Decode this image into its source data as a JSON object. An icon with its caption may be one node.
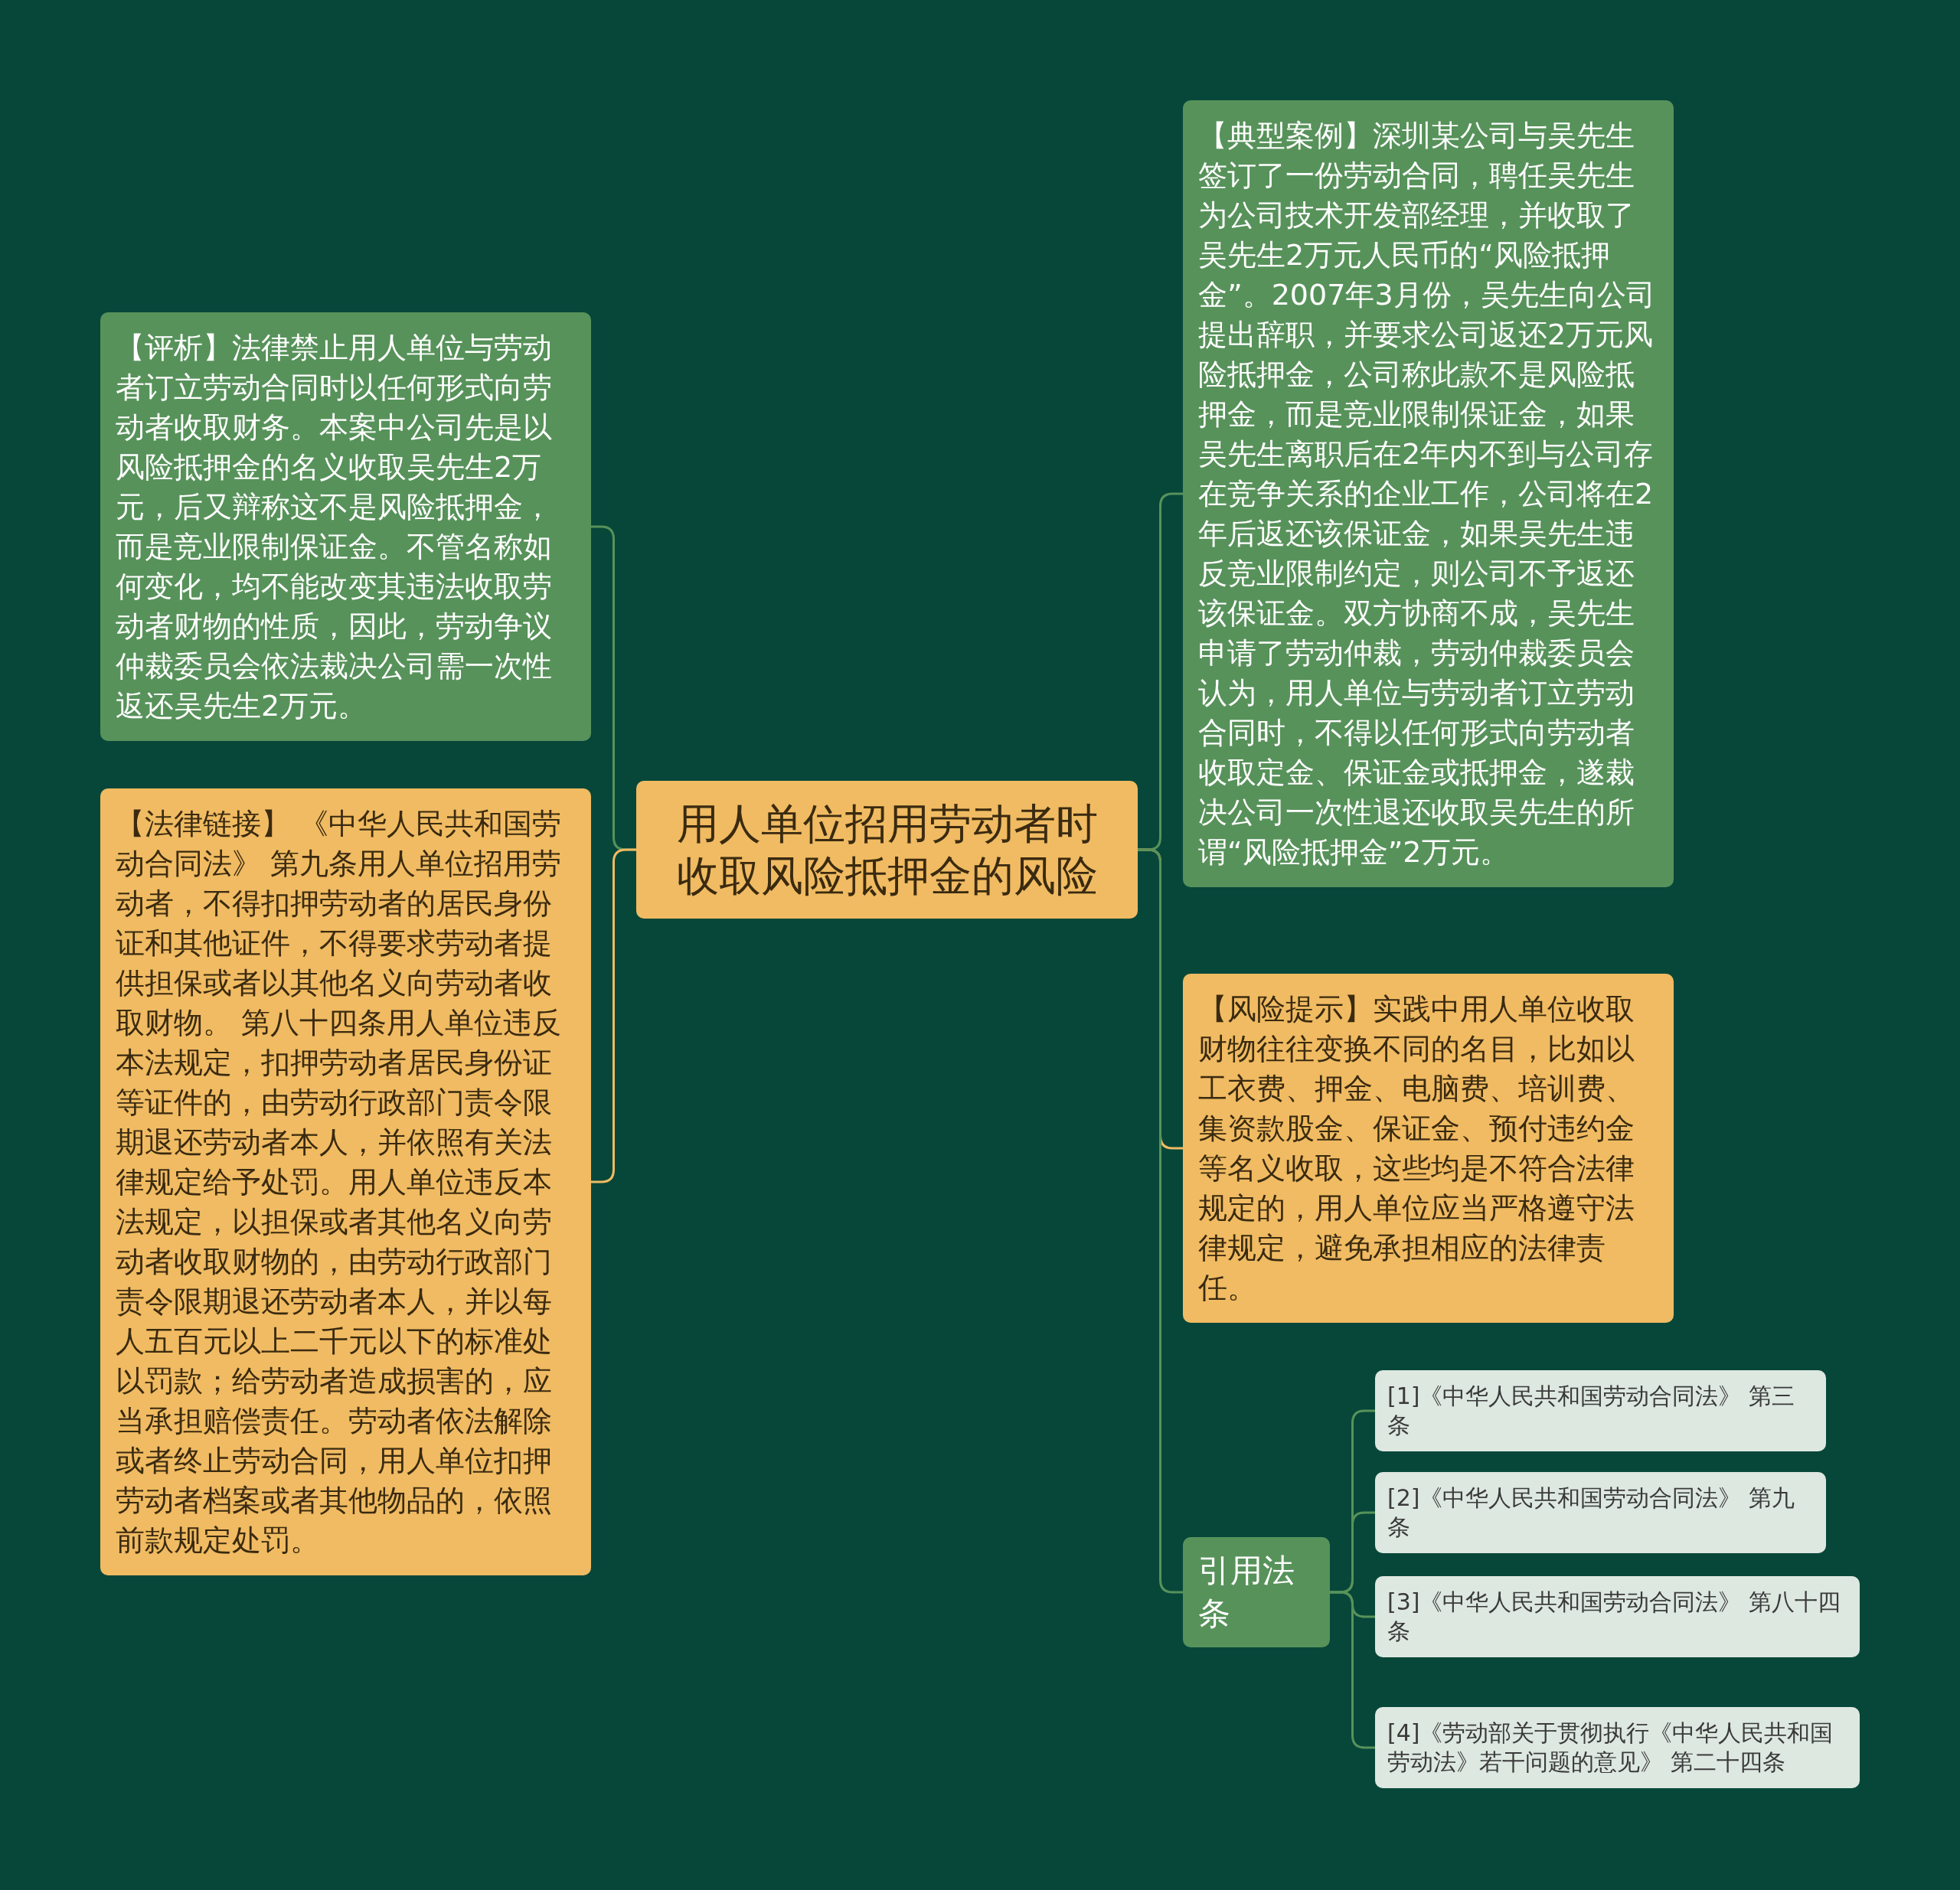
{
  "diagram": {
    "nodes": [
      {
        "text": [
          "用人单位招用劳动者时收取风险抵押金的风险"
        ]
      },
      {
        "text": [
          "【评析】法律禁止用人单位与劳动者订立劳动合同时以任何形式向劳动者收取财务。本案中公司先是以风险抵押金的名义收取吴先生2万元，后又辩称这不是风险抵押金，而是竞业限制保证金。不管名称如何变化，均不能改变其违法收取劳动者财物的性质，因此，劳动争议仲裁委员会依法裁决公司需一次性返还吴先生2万元。"
        ]
      },
      {
        "text": [
          "【法律链接】 《中华人民共和国劳动合同法》 第九条用人单位招用劳动者，不得扣押劳动者的居民身份证和其他证件，不得要求劳动者提供担保或者以其他名义向劳动者收取财物。 第八十四条用人单位违反本法规定，扣押劳动者居民身份证等证件的，由劳动行政部门责令限期退还劳动者本人，并依照有关法律规定给予处罚。用人单位违反本法规定，以担保或者其他名义向劳动者收取财物的，由劳动行政部门责令限期退还劳动者本人，并以每人五百元以上二千元以下的标准处以罚款；给劳动者造成损害的，应当承担赔偿责任。劳动者依法解除或者终止劳动合同，用人单位扣押劳动者档案或者其他物品的，依照前款规定处罚。"
        ]
      },
      {
        "text": [
          "【典型案例】深圳某公司与吴先生签订了一份劳动合同，聘任吴先生为公司技术开发部经理，并收取了吴先生2万元人民币的“风险抵押金”。2007年3月份，吴先生向公司提出辞职，并要求公司返还2万元风险抵押金，公司称此款不是风险抵押金，而是竞业限制保证金，如果吴先生离职后在2年内不到与公司存在竞争关系的企业工作，公司将在2年后返还该保证金，如果吴先生违反竞业限制约定，则公司不予返还该保证金。双方协商不成，吴先生申请了劳动仲裁，劳动仲裁委员会认为，用人单位与劳动者订立劳动合同时，不得以任何形式向劳动者收取定金、保证金或抵押金，遂裁决公司一次性退还收取吴先生的所谓“风险抵押金”2万元。"
        ]
      },
      {
        "text": [
          "【风险提示】实践中用人单位收取财物往往变换不同的名目，比如以工衣费、押金、电脑费、培训费、集资款股金、保证金、预付违约金等名义收取，这些均是不符合法律规定的，用人单位应当严格遵守法律规定，避免承担相应的法律责任。"
        ]
      },
      {
        "text": [
          "引用法条"
        ]
      },
      {
        "text": [
          "[1]《中华人民共和国劳动合同法》 第三条"
        ]
      },
      {
        "text": [
          "[2]《中华人民共和国劳动合同法》 第九条"
        ]
      },
      {
        "text": [
          "[3]《中华人民共和国劳动合同法》 第八十四条"
        ]
      },
      {
        "text": [
          "[4]《劳动部关于贯彻执行《中华人民共和国劳动法》若干问题的意见》 第二十四条"
        ]
      }
    ],
    "edges": [
      {
        "from": 0,
        "to": 1,
        "arrow": "none"
      },
      {
        "from": 0,
        "to": 2,
        "arrow": "none",
        "color": "#f0bb62"
      },
      {
        "from": 0,
        "to": 3,
        "arrow": "none"
      },
      {
        "from": 0,
        "to": 4,
        "arrow": "none",
        "color": "#f0bb62"
      },
      {
        "from": 0,
        "to": 5,
        "arrow": "none"
      },
      {
        "from": 5,
        "to": 6,
        "arrow": "none"
      },
      {
        "from": 5,
        "to": 7,
        "arrow": "none"
      },
      {
        "from": 5,
        "to": 8,
        "arrow": "none"
      },
      {
        "from": 5,
        "to": 9,
        "arrow": "none"
      }
    ]
  }
}
